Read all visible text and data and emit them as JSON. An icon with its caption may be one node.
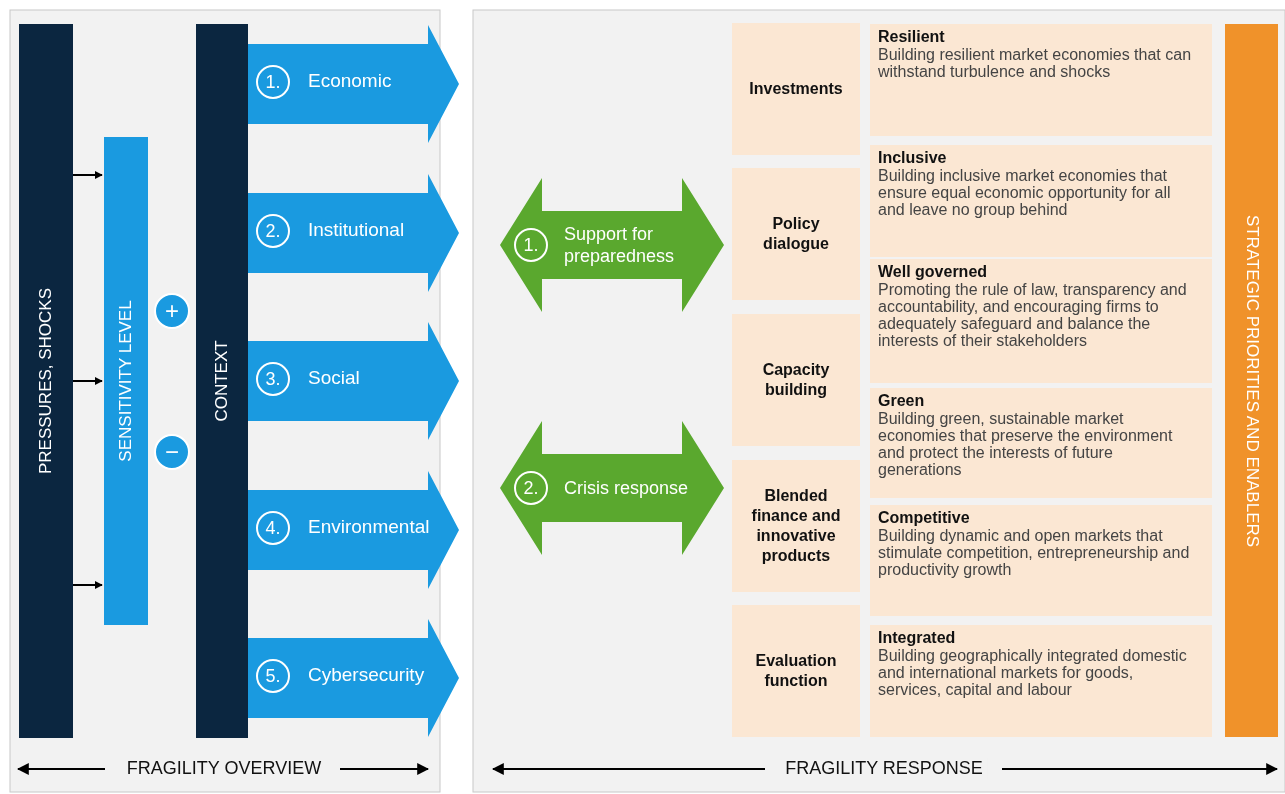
{
  "diagram": {
    "nodes": [
      {
        "text": [
          "PRESSURES, SHOCKS"
        ]
      },
      {
        "text": [
          "SENSITIVITY LEVEL"
        ]
      },
      {
        "text": [
          "+"
        ]
      },
      {
        "text": [
          "−"
        ]
      },
      {
        "text": [
          "CONTEXT"
        ]
      },
      {
        "text": [
          "1.",
          "Economic"
        ]
      },
      {
        "text": [
          "2.",
          "Institutional"
        ]
      },
      {
        "text": [
          "3.",
          "Social"
        ]
      },
      {
        "text": [
          "4.",
          "Environmental"
        ]
      },
      {
        "text": [
          "5.",
          "Cybersecurity"
        ]
      },
      {
        "text": [
          "1.",
          "Support for preparedness"
        ]
      },
      {
        "text": [
          "2.",
          "Crisis response"
        ]
      },
      {
        "text": [
          "Investments"
        ]
      },
      {
        "text": [
          "Policy dialogue"
        ]
      },
      {
        "text": [
          "Capacity building"
        ]
      },
      {
        "text": [
          "Blended finance and innovative products"
        ]
      },
      {
        "text": [
          "Evaluation function"
        ]
      },
      {
        "text": [
          "Resilient",
          "Building resilient market economies that can withstand turbulence and shocks"
        ]
      },
      {
        "text": [
          "Inclusive",
          "Building inclusive market economies that ensure equal economic opportunity for all and leave no group behind"
        ]
      },
      {
        "text": [
          "Well governed",
          "Promoting the rule of law, transparency and accountability, and encouraging firms to adequately safeguard and balance the interests of their stakeholders"
        ]
      },
      {
        "text": [
          "Green",
          "Building green, sustainable market economies that preserve the environment and protect the interests of future generations"
        ]
      },
      {
        "text": [
          "Competitive",
          "Building dynamic and open markets that stimulate competition, entrepreneurship and productivity growth"
        ]
      },
      {
        "text": [
          "Integrated",
          "Building geographically integrated domestic and international markets for goods, services, capital and labour"
        ]
      },
      {
        "text": [
          "STRATEGIC PRIORITIES AND ENABLERS"
        ]
      }
    ],
    "edges": [
      {
        "from": 0,
        "to": 1,
        "arrow": "to"
      },
      {
        "from": 0,
        "to": 1,
        "arrow": "to"
      },
      {
        "from": 0,
        "to": 1,
        "arrow": "to"
      }
    ],
    "labels": [
      "FRAGILITY OVERVIEW",
      "FRAGILITY RESPONSE"
    ]
  }
}
